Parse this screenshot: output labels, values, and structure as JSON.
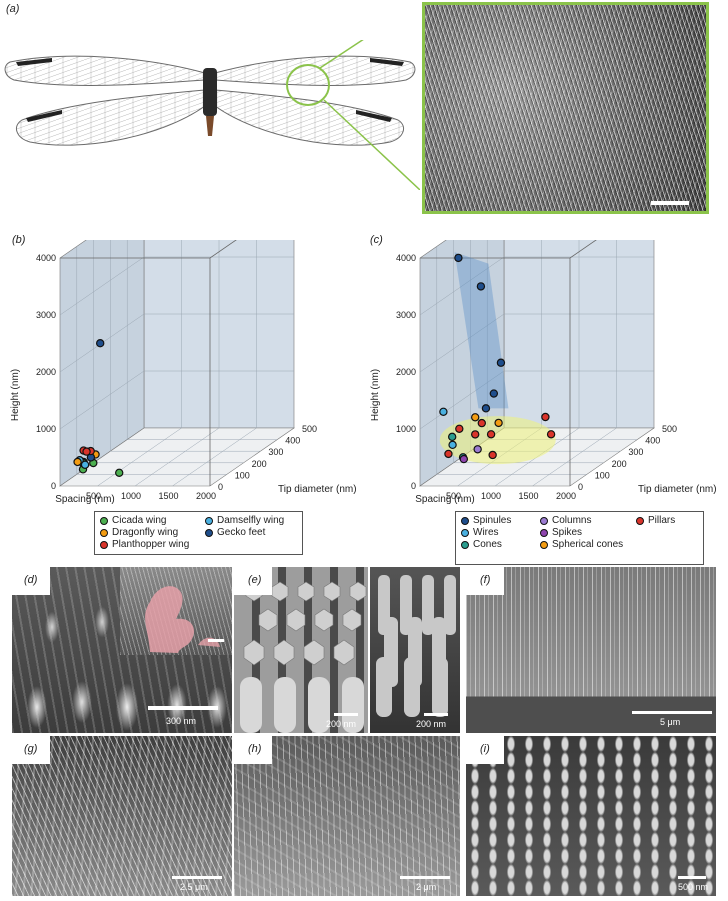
{
  "panels": {
    "a": "(a)",
    "b": "(b)",
    "c": "(c)",
    "d": "(d)",
    "e": "(e)",
    "f": "(f)",
    "g": "(g)",
    "h": "(h)",
    "i": "(i)"
  },
  "scale_bars": {
    "d": "300 nm",
    "e1": "200 nm",
    "e2": "200 nm",
    "f": "5 μm",
    "g": "2.5 μm",
    "h": "2 μm",
    "i": "500 nm"
  },
  "colors": {
    "wing_outline": "#6b6b6b",
    "highlight": "#8bc34a",
    "box_fill": "#c9d5e1",
    "cicada": "#4caf50",
    "dragonfly": "#f39c12",
    "planthopper": "#d9342b",
    "damselfly": "#4ab0e0",
    "gecko": "#1f4e8c",
    "spinules": "#1f4e8c",
    "wires": "#4ab0e0",
    "cones": "#2a9d8f",
    "columns": "#9b7bd1",
    "spikes": "#8e44ad",
    "spherical_cones": "#f39c12",
    "pillars": "#d9342b"
  },
  "chart_data": [
    {
      "type": "scatter",
      "panel": "b",
      "xlabel": "Spacing (nm)",
      "ylabel": "Height (nm)",
      "zlabel": "Tip diameter (nm)",
      "spacing_ticks": [
        "500",
        "1000",
        "1500",
        "2000"
      ],
      "height_ticks": [
        "0",
        "1000",
        "2000",
        "3000",
        "4000"
      ],
      "tip_ticks": [
        "0",
        "100",
        "200",
        "300",
        "400",
        "500"
      ],
      "spacing_range": [
        0,
        2000
      ],
      "height_range": [
        0,
        4000
      ],
      "tip_range": [
        0,
        500
      ],
      "legend": [
        {
          "name": "Cicada wing",
          "color": "#4caf50"
        },
        {
          "name": "Damselfly wing",
          "color": "#4ab0e0"
        },
        {
          "name": "Dragonfly wing",
          "color": "#f39c12"
        },
        {
          "name": "Gecko feet",
          "color": "#1f4e8c"
        },
        {
          "name": "Planthopper wing",
          "color": "#d9342b"
        }
      ],
      "series": [
        {
          "name": "Cicada wing",
          "points": [
            [
              180,
              300,
              60
            ],
            [
              120,
              250,
              80
            ],
            [
              220,
              200,
              100
            ],
            [
              150,
              150,
              70
            ],
            [
              700,
              150,
              40
            ]
          ]
        },
        {
          "name": "Damselfly wing",
          "points": [
            [
              150,
              350,
              50
            ],
            [
              200,
              250,
              60
            ]
          ]
        },
        {
          "name": "Dragonfly wing",
          "points": [
            [
              100,
              300,
              60
            ],
            [
              250,
              350,
              100
            ]
          ]
        },
        {
          "name": "Gecko feet",
          "points": [
            [
              200,
              2200,
              150
            ],
            [
              300,
              400,
              50
            ]
          ]
        },
        {
          "name": "Planthopper wing",
          "points": [
            [
              180,
              500,
              60
            ],
            [
              230,
              450,
              80
            ],
            [
              130,
              400,
              100
            ]
          ]
        }
      ]
    },
    {
      "type": "scatter",
      "panel": "c",
      "xlabel": "Spacing (nm)",
      "ylabel": "Height (nm)",
      "zlabel": "Tip diameter (nm)",
      "spacing_ticks": [
        "500",
        "1000",
        "1500",
        "2000"
      ],
      "height_ticks": [
        "0",
        "1000",
        "2000",
        "3000",
        "4000"
      ],
      "tip_ticks": [
        "0",
        "100",
        "200",
        "300",
        "400",
        "500"
      ],
      "spacing_range": [
        0,
        2000
      ],
      "height_range": [
        0,
        4000
      ],
      "tip_range": [
        0,
        500
      ],
      "legend": [
        {
          "name": "Spinules",
          "color": "#1f4e8c"
        },
        {
          "name": "Columns",
          "color": "#9b7bd1"
        },
        {
          "name": "Pillars",
          "color": "#d9342b"
        },
        {
          "name": "Wires",
          "color": "#4ab0e0"
        },
        {
          "name": "Spikes",
          "color": "#8e44ad"
        },
        {
          "name": "Cones",
          "color": "#2a9d8f"
        },
        {
          "name": "Spherical cones",
          "color": "#f39c12"
        }
      ],
      "series": [
        {
          "name": "Spinules",
          "points": [
            [
              400,
              3900,
              50
            ],
            [
              700,
              3400,
              50
            ],
            [
              900,
              2000,
              80
            ],
            [
              850,
              1500,
              60
            ],
            [
              700,
              1200,
              80
            ]
          ]
        },
        {
          "name": "Pillars",
          "points": [
            [
              300,
              800,
              100
            ],
            [
              400,
              600,
              150
            ],
            [
              500,
              500,
              200
            ],
            [
              600,
              900,
              100
            ],
            [
              1000,
              600,
              300
            ],
            [
              1300,
              500,
              200
            ],
            [
              200,
              400,
              80
            ],
            [
              700,
              300,
              120
            ]
          ]
        },
        {
          "name": "Wires",
          "points": [
            [
              200,
              1200,
              50
            ],
            [
              300,
              600,
              60
            ]
          ]
        },
        {
          "name": "Cones",
          "points": [
            [
              250,
              700,
              80
            ],
            [
              350,
              300,
              100
            ]
          ]
        },
        {
          "name": "Spherical cones",
          "points": [
            [
              400,
              900,
              150
            ],
            [
              600,
              700,
              200
            ]
          ]
        },
        {
          "name": "Columns",
          "points": [
            [
              500,
              400,
              120
            ]
          ]
        },
        {
          "name": "Spikes",
          "points": [
            [
              450,
              350,
              60
            ]
          ]
        }
      ]
    }
  ]
}
